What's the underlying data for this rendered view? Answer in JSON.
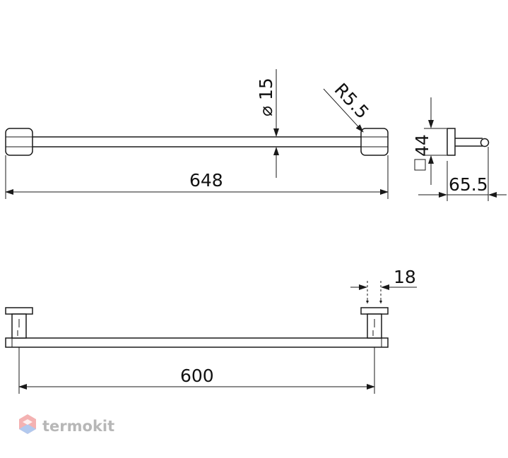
{
  "dimensions": {
    "overall_length": "648",
    "diameter": "15",
    "radius": "R5.5",
    "base_size": "44",
    "projection": "65.5",
    "center_distance": "600",
    "bracket_width": "18"
  },
  "symbols": {
    "diameter": "⌀",
    "square": "□"
  },
  "brand": {
    "name": "termokit",
    "logo_colors": [
      "#f2a5a5",
      "#a9c3ec"
    ]
  }
}
